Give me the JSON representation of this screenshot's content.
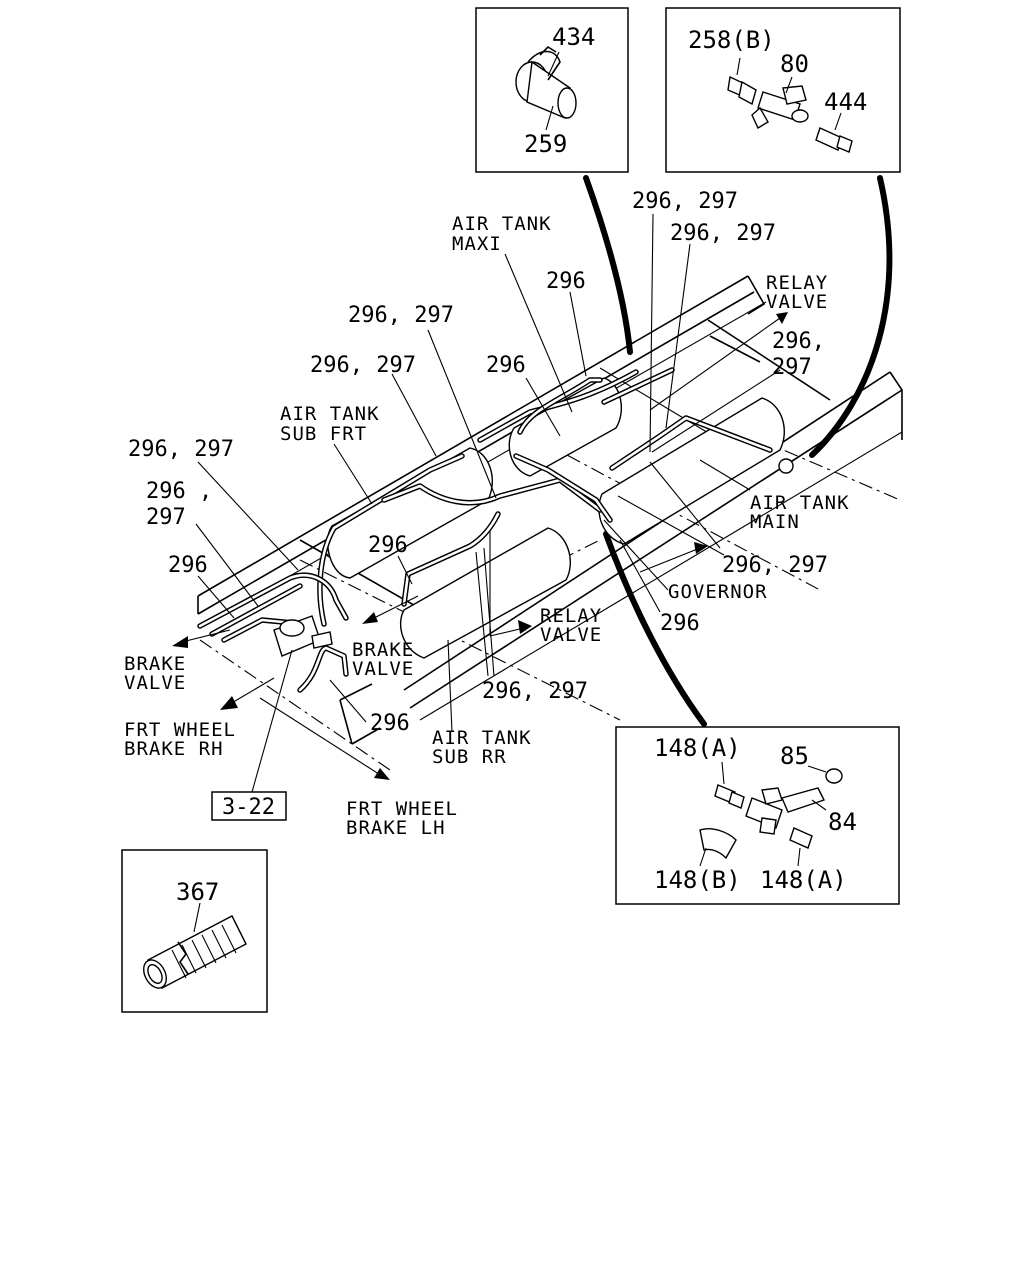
{
  "labels": {
    "air_tank_maxi": [
      "AIR TANK",
      "MAXI"
    ],
    "air_tank_sub_frt": [
      "AIR TANK",
      "SUB FRT"
    ],
    "air_tank_main": [
      "AIR TANK",
      "MAIN"
    ],
    "air_tank_sub_rr": [
      "AIR TANK",
      "SUB RR"
    ],
    "relay_valve_top": [
      "RELAY",
      "VALVE"
    ],
    "relay_valve_mid": [
      "RELAY",
      "VALVE"
    ],
    "brake_valve_left": [
      "BRAKE",
      "VALVE"
    ],
    "brake_valve_mid": [
      "BRAKE",
      "VALVE"
    ],
    "frt_wheel_brake_rh": [
      "FRT WHEEL",
      "BRAKE RH"
    ],
    "frt_wheel_brake_lh": [
      "FRT WHEEL",
      "BRAKE LH"
    ],
    "governor": "GOVERNOR"
  },
  "callouts": {
    "c_296_297_top1": "296, 297",
    "c_296_297_top2": "296, 297",
    "c_296_top": "296",
    "c_296_297_a": "296, 297",
    "c_296_297_b": "296, 297",
    "c_296_mid": "296",
    "c_296_297_right": [
      "296,",
      "297"
    ],
    "c_296_297_left": "296, 297",
    "c_296_297_left2": [
      "296 ,",
      "297"
    ],
    "c_296_left": "296",
    "c_296_center": "296",
    "c_296_297_gov": "296, 297",
    "c_296_gov": "296",
    "c_296_297_bottom": "296, 297",
    "c_296_bottom": "296"
  },
  "reference": "3-22",
  "detail_boxes": {
    "clip": {
      "p1": "434",
      "p2": "259"
    },
    "tee": {
      "p1": "258(B)",
      "p2": "80",
      "p3": "444"
    },
    "cross": {
      "p1": "148(A)",
      "p2": "85",
      "p3": "84",
      "p4": "148(B)",
      "p5": "148(A)"
    },
    "hose": {
      "p1": "367"
    }
  }
}
